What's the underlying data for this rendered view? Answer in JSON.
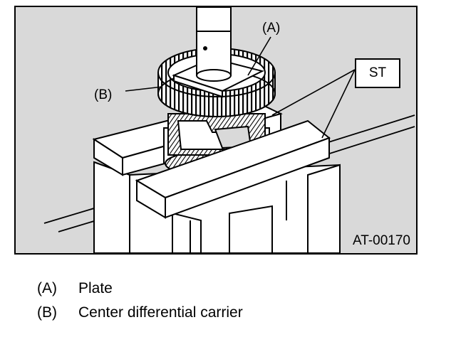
{
  "figure": {
    "callout_a": "(A)",
    "callout_b": "(B)",
    "st_label": "ST",
    "figure_id": "AT-00170"
  },
  "legend": [
    {
      "key": "(A)",
      "text": "Plate"
    },
    {
      "key": "(B)",
      "text": "Center differential carrier"
    }
  ]
}
